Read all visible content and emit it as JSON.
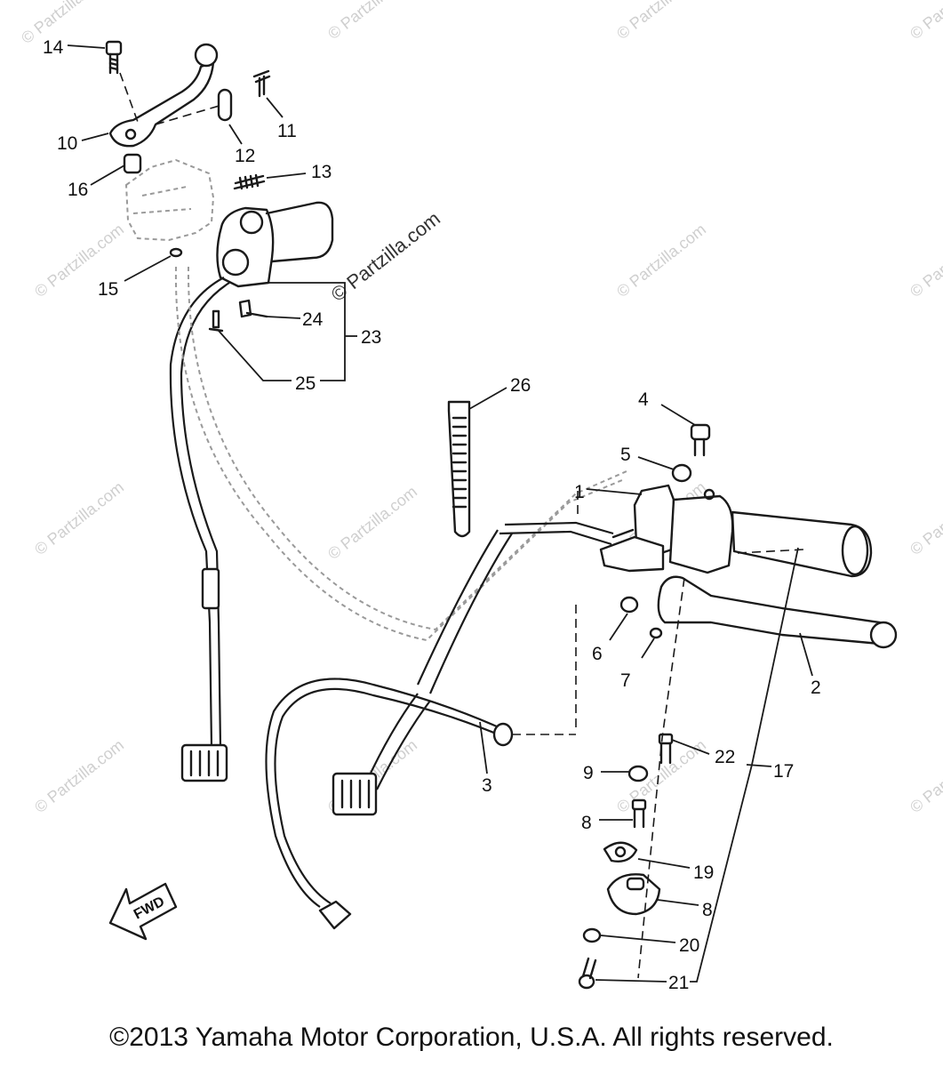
{
  "callouts": [
    {
      "id": "c14",
      "text": "14"
    },
    {
      "id": "c10",
      "text": "10"
    },
    {
      "id": "c11",
      "text": "11"
    },
    {
      "id": "c12",
      "text": "12"
    },
    {
      "id": "c13",
      "text": "13"
    },
    {
      "id": "c16",
      "text": "16"
    },
    {
      "id": "c15",
      "text": "15"
    },
    {
      "id": "c24",
      "text": "24"
    },
    {
      "id": "c23",
      "text": "23"
    },
    {
      "id": "c25",
      "text": "25"
    },
    {
      "id": "c26",
      "text": "26"
    },
    {
      "id": "c4",
      "text": "4"
    },
    {
      "id": "c5",
      "text": "5"
    },
    {
      "id": "c1",
      "text": "1"
    },
    {
      "id": "c6",
      "text": "6"
    },
    {
      "id": "c7",
      "text": "7"
    },
    {
      "id": "c2",
      "text": "2"
    },
    {
      "id": "c3",
      "text": "3"
    },
    {
      "id": "c22",
      "text": "22"
    },
    {
      "id": "c17",
      "text": "17"
    },
    {
      "id": "c9",
      "text": "9"
    },
    {
      "id": "c8a",
      "text": "8"
    },
    {
      "id": "c19",
      "text": "19"
    },
    {
      "id": "c8b",
      "text": "8"
    },
    {
      "id": "c20",
      "text": "20"
    },
    {
      "id": "c21",
      "text": "21"
    }
  ],
  "arrow_label": "FWD",
  "watermark_text": "© Partzilla.com",
  "copyright": "©2013  Yamaha Motor Corporation, U.S.A. All rights reserved."
}
